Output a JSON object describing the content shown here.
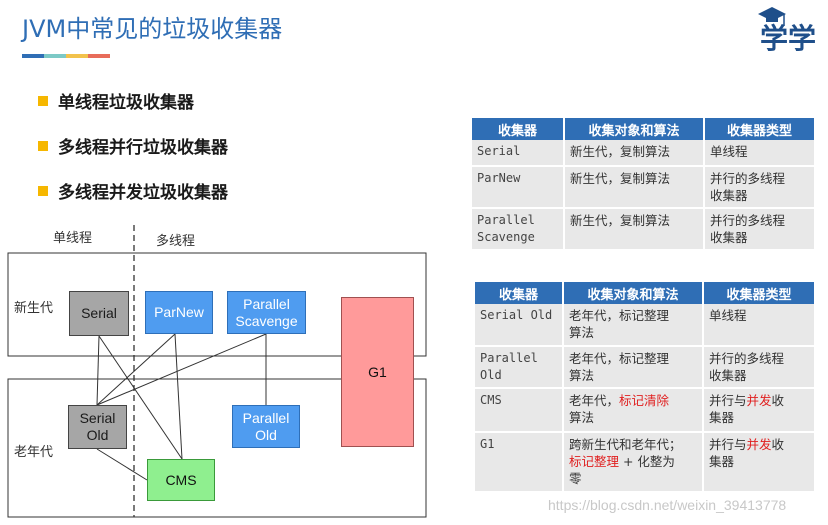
{
  "title": "JVM中常见的垃圾收集器",
  "logo_text": "学",
  "accent_colors": [
    "#2f6eb5",
    "#7cc9c6",
    "#f2c24c",
    "#e86c5a"
  ],
  "bullets": [
    "单线程垃圾收集器",
    "多线程并行垃圾收集器",
    "多线程并发垃圾收集器"
  ],
  "diagram": {
    "single_thread_label": "单线程",
    "multi_thread_label": "多线程",
    "young_gen_label": "新生代",
    "old_gen_label": "老年代",
    "serial": "Serial",
    "parnew": "ParNew",
    "parallel_scavenge_1": "Parallel",
    "parallel_scavenge_2": "Scavenge",
    "g1": "G1",
    "serial_old_1": "Serial",
    "serial_old_2": "Old",
    "parallel_old_1": "Parallel",
    "parallel_old_2": "Old",
    "cms": "CMS"
  },
  "table1": {
    "headers": [
      "收集器",
      "收集对象和算法",
      "收集器类型"
    ],
    "rows": [
      {
        "name": "Serial",
        "algo": "新生代，复制算法",
        "type": "单线程"
      },
      {
        "name_1": "ParNew",
        "algo": "新生代，复制算法",
        "type_1": "并行的多线程",
        "type_2": "收集器"
      },
      {
        "name_1": "Parallel",
        "name_2": "Scavenge",
        "algo": "新生代，复制算法",
        "type_1": "并行的多线程",
        "type_2": "收集器"
      }
    ]
  },
  "table2": {
    "headers": [
      "收集器",
      "收集对象和算法",
      "收集器类型"
    ],
    "rows": [
      {
        "name": "Serial Old",
        "algo_1": "老年代，标记整理",
        "algo_2": "算法",
        "type": "单线程"
      },
      {
        "name_1": "Parallel",
        "name_2": "Old",
        "algo_1": "老年代，标记整理",
        "algo_2": "算法",
        "type_1": "并行的多线程",
        "type_2": "收集器"
      },
      {
        "name": "CMS",
        "algo_pre": "老年代，",
        "algo_red": "标记清除",
        "algo_2": "算法",
        "type_pre": "并行与",
        "type_red": "并发",
        "type_post": "收",
        "type_2": "集器"
      },
      {
        "name": "G1",
        "algo_1": "跨新生代和老年代；",
        "algo_red": "标记整理",
        "algo_post": " + 化整为",
        "algo_3": "零",
        "type_pre": "并行与",
        "type_red": "并发",
        "type_post": "收",
        "type_2": "集器"
      }
    ]
  },
  "watermark": "https://blog.csdn.net/weixin_39413778"
}
